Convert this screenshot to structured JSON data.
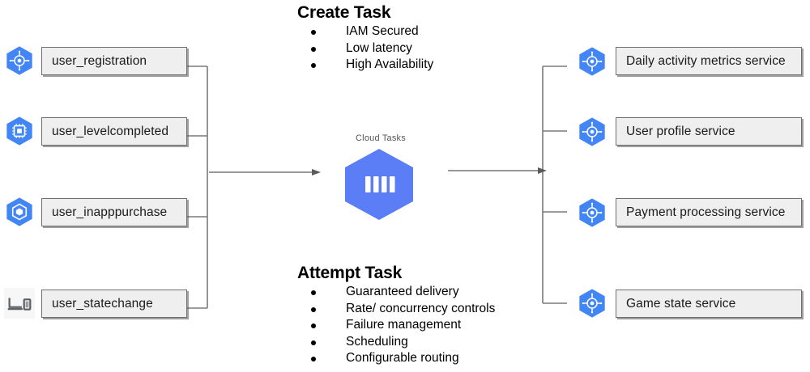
{
  "diagram": {
    "title_hidden": "Cloud Tasks fan-in / fan-out architecture",
    "colors": {
      "gcp_blue": "#4285f4",
      "gcp_blue_dark": "#3367d6",
      "cloud_tasks_blue": "#5b7df5",
      "box_fill": "#efefef",
      "box_border": "#6f6f6f",
      "wire": "#7a7a7a",
      "text": "#000000",
      "label_gray": "#565656"
    }
  },
  "sources": [
    {
      "label": "user_registration",
      "icon": "app-engine-icon"
    },
    {
      "label": "user_levelcompleted",
      "icon": "compute-engine-chip-icon"
    },
    {
      "label": "user_inapppurchase",
      "icon": "container-engine-icon"
    },
    {
      "label": "user_statechange",
      "icon": "devices-icon"
    }
  ],
  "hub": {
    "label": "Cloud Tasks",
    "icon": "cloud-tasks-icon"
  },
  "targets": [
    {
      "label": "Daily activity metrics service",
      "icon": "app-engine-icon"
    },
    {
      "label": "User profile service",
      "icon": "app-engine-icon"
    },
    {
      "label": "Payment processing service",
      "icon": "app-engine-icon"
    },
    {
      "label": "Game state service",
      "icon": "app-engine-icon"
    }
  ],
  "create_task": {
    "heading": "Create Task",
    "bullets": [
      "IAM Secured",
      "Low latency",
      "High Availability"
    ]
  },
  "attempt_task": {
    "heading": "Attempt Task",
    "bullets": [
      "Guaranteed delivery",
      "Rate/ concurrency controls",
      "Failure management",
      "Scheduling",
      "Configurable routing"
    ]
  }
}
